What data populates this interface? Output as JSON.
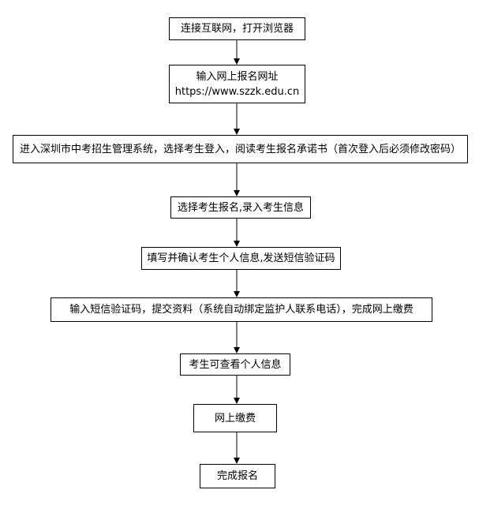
{
  "steps": [
    {
      "id": "step1",
      "text": "连接互联网，打开浏览器"
    },
    {
      "id": "step2",
      "text": "输入网上报名网址",
      "url": "https://www.szzk.edu.cn"
    },
    {
      "id": "step3",
      "text": "进入深圳市中考招生管理系统，选择考生登入，阅读考生报名承诺书（首次登入后必须修改密码）"
    },
    {
      "id": "step4",
      "text": "选择考生报名,录入考生信息"
    },
    {
      "id": "step5",
      "text": "填写并确认考生个人信息,发送短信验证码"
    },
    {
      "id": "step6",
      "text": "输入短信验证码，提交资料（系统自动绑定监护人联系电话），完成网上缴费"
    },
    {
      "id": "step7",
      "text": "考生可查看个人信息"
    },
    {
      "id": "step8",
      "text": "网上缴费"
    },
    {
      "id": "step9",
      "text": "完成报名"
    }
  ]
}
